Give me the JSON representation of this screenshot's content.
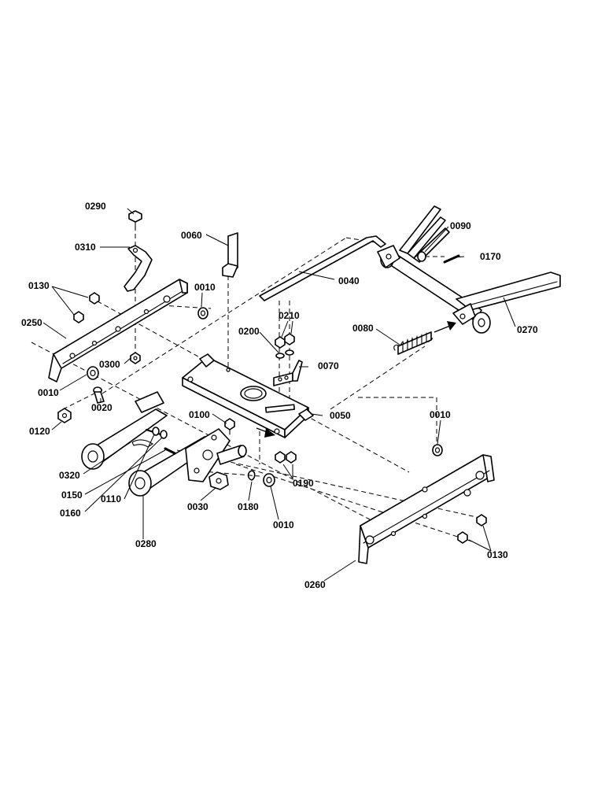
{
  "diagram": {
    "labels": {
      "p0290": "0290",
      "p0310": "0310",
      "p0060": "0060",
      "p0090": "0090",
      "p0170": "0170",
      "p0040": "0040",
      "p0130a": "0130",
      "p0010a": "0010",
      "p0250": "0250",
      "p0270": "0270",
      "p0210": "0210",
      "p0200": "0200",
      "p0080": "0080",
      "p0300": "0300",
      "p0070": "0070",
      "p0010b": "0010",
      "p0020": "0020",
      "p0050": "0050",
      "p0100": "0100",
      "p0120": "0120",
      "p0010c": "0010",
      "p0320": "0320",
      "p0190": "0190",
      "p0150": "0150",
      "p0110": "0110",
      "p0160": "0160",
      "p0030": "0030",
      "p0180": "0180",
      "p0010d": "0010",
      "p0130b": "0130",
      "p0280": "0280",
      "p0260": "0260"
    }
  }
}
